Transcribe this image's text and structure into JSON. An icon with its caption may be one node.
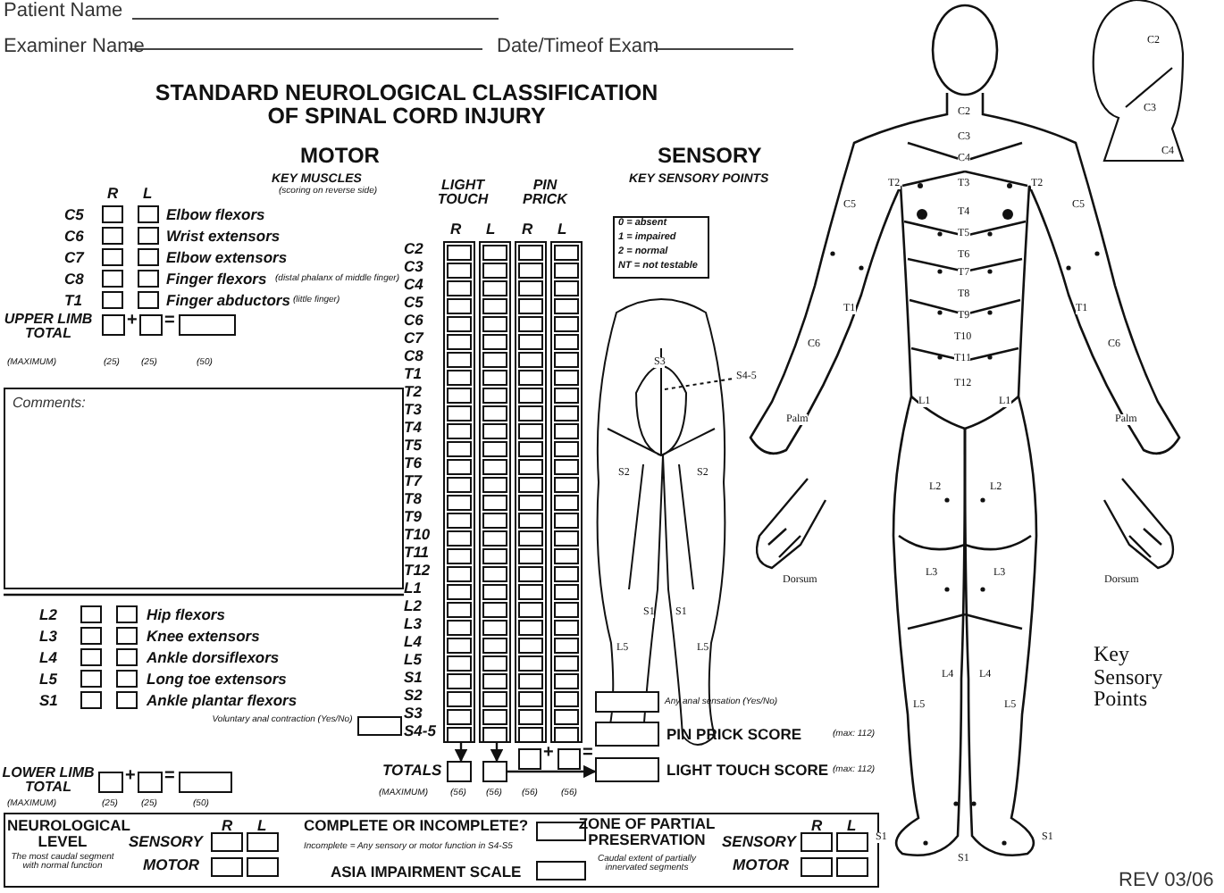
{
  "diagram": {
    "title": "STANDARD NEUROLOGICAL CLASSIFICATION OF SPINAL CORD INJURY",
    "nodes": [
      {
        "text": [],
        "shape": "bar"
      },
      {
        "text": [],
        "shape": "bar"
      },
      {
        "text": [],
        "shape": "box"
      },
      {
        "text": [],
        "shape": "box"
      },
      {
        "text": [],
        "shape": "box"
      },
      {
        "text": [],
        "shape": "box"
      },
      {
        "text": [],
        "shape": "box"
      },
      {
        "text": [],
        "shape": "box"
      },
      {
        "text": [],
        "shape": "box"
      },
      {
        "text": [],
        "shape": "box"
      },
      {
        "text": [],
        "shape": "box"
      },
      {
        "text": [],
        "shape": "bar"
      },
      {
        "text": [],
        "shape": "bar"
      },
      {
        "text": [],
        "shape": "box"
      }
    ],
    "edges": [
      {
        "from": 0,
        "to": 2,
        "arrow": "to"
      },
      {
        "from": 1,
        "to": 3,
        "arrow": "to"
      },
      {
        "from": 3,
        "to": 4,
        "arrow": "to"
      }
    ],
    "labels": [
      "Patient Name",
      "Examiner Name",
      "Date/Timeof Exam",
      "MOTOR",
      "KEY MUSCLES",
      "(scoring on reverse side)",
      "LIGHT TOUCH",
      "PIN PRICK",
      "SENSORY",
      "KEY SENSORY POINTS",
      "R",
      "L",
      "C5",
      "C6",
      "C7",
      "C8",
      "T1",
      "Elbow flexors",
      "Wrist extensors",
      "Elbow extensors",
      "Finger flexors",
      "(distal phalanx of middle finger)",
      "Finger abductors",
      "(little finger)",
      "UPPER LIMB TOTAL",
      "(MAXIMUM)",
      "(25)",
      "(25)",
      "(50)",
      "+",
      "=",
      "Comments:",
      "R",
      "L",
      "R",
      "L",
      "C2",
      "C3",
      "C4",
      "C5",
      "C6",
      "C7",
      "C8",
      "T1",
      "T2",
      "T3",
      "T4",
      "T5",
      "T6",
      "T7",
      "T8",
      "T9",
      "T10",
      "T11",
      "T12",
      "L1",
      "L2",
      "L3",
      "L4",
      "L5",
      "S1",
      "S2",
      "S3",
      "S4-5",
      "0 = absent",
      "1 = impaired",
      "2 = normal",
      "NT = not testable",
      "L2",
      "L3",
      "L4",
      "L5",
      "S1",
      "Hip flexors",
      "Knee extensors",
      "Ankle dorsiflexors",
      "Long toe extensors",
      "Ankle plantar flexors",
      "Voluntary anal contraction (Yes/No)",
      "Any anal sensation (Yes/No)",
      "PIN PRICK SCORE",
      "(max: 112)",
      "LIGHT TOUCH SCORE",
      "(max: 112)",
      "TOTALS",
      "(MAXIMUM)",
      "(56)",
      "(56)",
      "(56)",
      "(56)",
      "+",
      "=",
      "LOWER LIMB TOTAL",
      "(MAXIMUM)",
      "(25)",
      "(25)",
      "(50)",
      "+",
      "=",
      "NEUROLOGICAL LEVEL",
      "The most caudal segment with normal function",
      "SENSORY",
      "MOTOR",
      "R",
      "L",
      "COMPLETE OR INCOMPLETE?",
      "Incomplete = Any sensory or motor function in S4-S5",
      "ASIA IMPAIRMENT SCALE",
      "ZONE OF PARTIAL PRESERVATION",
      "Caudal extent of partially innervated segments",
      "SENSORY",
      "MOTOR",
      "R",
      "L",
      "Key Sensory Points",
      "REV 03/06",
      "C2",
      "C3",
      "C4",
      "T2",
      "T2",
      "C5",
      "C5",
      "T3",
      "T4",
      "T5",
      "T6",
      "T7",
      "T8",
      "T9",
      "T10",
      "T11",
      "T12",
      "T1",
      "T1",
      "C6",
      "C6",
      "L1",
      "L1",
      "Palm",
      "Palm",
      "L2",
      "L2",
      "L3",
      "L3",
      "L4",
      "L4",
      "L5",
      "L5",
      "S1",
      "S1",
      "S1",
      "Dorsum",
      "Dorsum",
      "S3",
      "S4-5",
      "S2",
      "S2",
      "S1",
      "S1",
      "L5",
      "L5",
      "C2",
      "C3",
      "C4"
    ]
  }
}
